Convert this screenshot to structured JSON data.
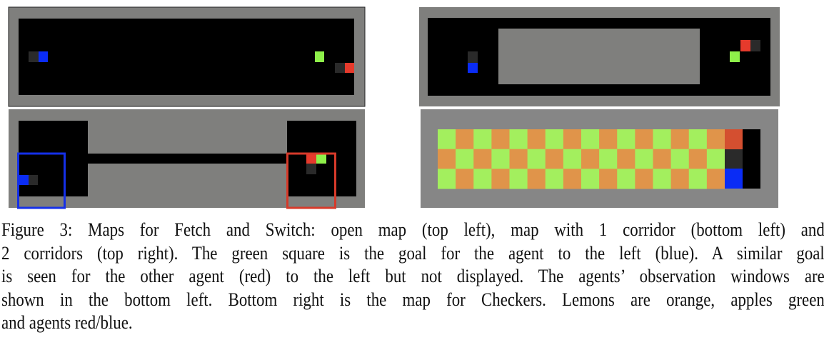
{
  "figure": {
    "panels": [
      {
        "id": "open-map",
        "position_label": "top left"
      },
      {
        "id": "one-corridor-map",
        "position_label": "bottom left"
      },
      {
        "id": "two-corridors-map",
        "position_label": "top right"
      },
      {
        "id": "checkers-map",
        "position_label": "bottom right"
      }
    ],
    "checkers": {
      "columns": 16,
      "rows": 3
    },
    "colors": {
      "wall": "#7f7f7d",
      "floor": "#000000",
      "agent_blue": "#0a2cf5",
      "agent_red": "#e63a2c",
      "goal_green": "#8ef04a",
      "observation_trail": "#2a2a2a",
      "lemon_orange": "#e0944a",
      "apple_green": "#a3ef5e",
      "checkers_red": "#d44f30",
      "window_blue": "#1530e8",
      "window_red": "#d63a2a"
    }
  },
  "caption": {
    "lines": [
      "Figure 3: Maps for Fetch and Switch: open map (top left), map with 1 corridor (bottom left) and",
      "2 corridors (top right). The green square is the goal for the agent to the left (blue). A similar goal",
      "is seen for the other agent (red) to the left but not displayed. The agents’ observation windows are",
      "shown in the bottom left. Bottom right is the map for Checkers. Lemons are orange, apples green",
      "and agents red/blue."
    ]
  }
}
